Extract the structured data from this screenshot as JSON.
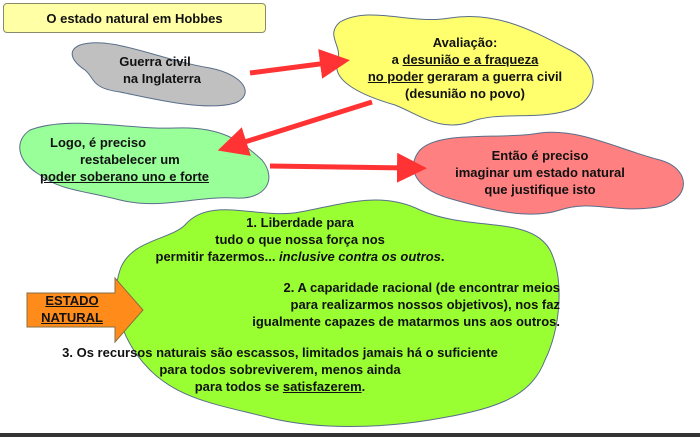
{
  "title": "O estado natural em Hobbes",
  "gray_box": {
    "lines": [
      "Guerra civil",
      "na Inglaterra"
    ]
  },
  "yellow_box": {
    "line1": "Avaliação:",
    "line2_pre": "a ",
    "line2_u": "desunião e a fraqueza",
    "line3_u": "no poder",
    "line3_post": " geraram a guerra civil",
    "line4": "(desunião no povo)"
  },
  "green_box": {
    "line1": "Logo, é preciso",
    "line2": "restabelecer um",
    "line3_u": "poder soberano uno e forte"
  },
  "pink_box": {
    "lines": [
      "Então é preciso",
      "imaginar um estado natural",
      "que justifique isto"
    ]
  },
  "state_box": {
    "p1": {
      "line1": "1. Liberdade para",
      "line2": "tudo o que nossa força nos",
      "line3_pre": "permitir fazermos... ",
      "line3_em": "inclusive contra os outros",
      "line3_post": "."
    },
    "p2": {
      "line1": "2. A caparidade racional (de encontrar meios",
      "line2": "para realizarmos nossos objetivos), nos faz",
      "line3": "igualmente capazes de matarmos uns aos outros."
    },
    "p3": {
      "line1": "3. Os recursos naturais são escassos, limitados jamais há o suficiente",
      "line2": "para todos sobreviverem, menos ainda",
      "line3_pre": "para todos se ",
      "line3_u": "satisfazerem",
      "line3_post": "."
    }
  },
  "arrow_label": {
    "line1": "ESTADO",
    "line2": "NATURAL"
  },
  "colors": {
    "yellow": "#ffff6d",
    "gray": "#c0c0c0",
    "lightgreen": "#99ff99",
    "pink": "#ff8080",
    "lime": "#99ff33",
    "orange": "#ff8c1a",
    "arrow": "#ff3333"
  }
}
